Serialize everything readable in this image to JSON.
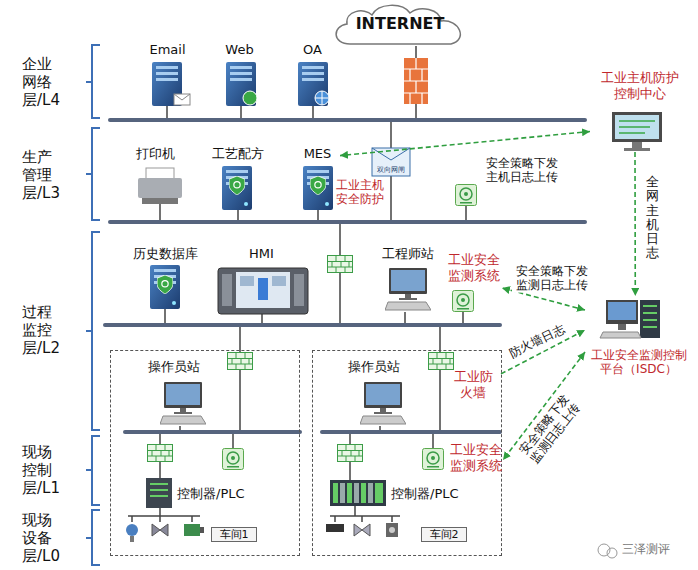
{
  "diagram": {
    "nodes": [
      {
        "text": [
          "INTERNET"
        ]
      },
      {
        "text": [
          "Email"
        ]
      },
      {
        "text": [
          "Web"
        ]
      },
      {
        "text": [
          "OA"
        ]
      },
      {
        "text": [
          "工业主机防护控制中心"
        ]
      },
      {
        "text": [
          "打印机"
        ]
      },
      {
        "text": [
          "工艺配方"
        ]
      },
      {
        "text": [
          "MES"
        ]
      },
      {
        "text": [
          "双向网闸"
        ]
      },
      {
        "text": [
          "历史数据库"
        ]
      },
      {
        "text": [
          "HMI"
        ]
      },
      {
        "text": [
          "工程师站"
        ]
      },
      {
        "text": [
          "工业安全监测系统"
        ]
      },
      {
        "text": [
          "工业安全监测控制平台（ISDC）"
        ]
      },
      {
        "text": [
          "车间1"
        ]
      },
      {
        "text": [
          "操作员站"
        ],
        "in": 14
      },
      {
        "text": [
          "控制器/PLC"
        ],
        "in": 14
      },
      {
        "text": [
          "车间2"
        ]
      },
      {
        "text": [
          "操作员站"
        ],
        "in": 17
      },
      {
        "text": [
          "工业防火墙"
        ],
        "in": 17
      },
      {
        "text": [
          "工业安全监测系统"
        ],
        "in": 17
      },
      {
        "text": [
          "控制器/PLC"
        ],
        "in": 17
      }
    ],
    "edges": [
      {
        "from": 4,
        "to": 7,
        "label": "安全策略下发 主机日志上传",
        "arrow": "both"
      },
      {
        "from": 4,
        "to": 13,
        "label": "全网主机日志",
        "arrow": "to"
      },
      {
        "from": 13,
        "to": 12,
        "label": "安全策略下发 监测日志上传",
        "arrow": "both"
      },
      {
        "from": 19,
        "to": 13,
        "label": "防火墙日志",
        "arrow": "to"
      },
      {
        "from": 13,
        "to": 20,
        "label": "安全策略下发 监测日志上传",
        "arrow": "both"
      }
    ],
    "labels": [
      "企业网络层/L4",
      "生产管理层/L3",
      "过程监控层/L2",
      "现场控制层/L1",
      "现场设备层/L0",
      "工业主机安全防护",
      "三泽测评"
    ]
  }
}
